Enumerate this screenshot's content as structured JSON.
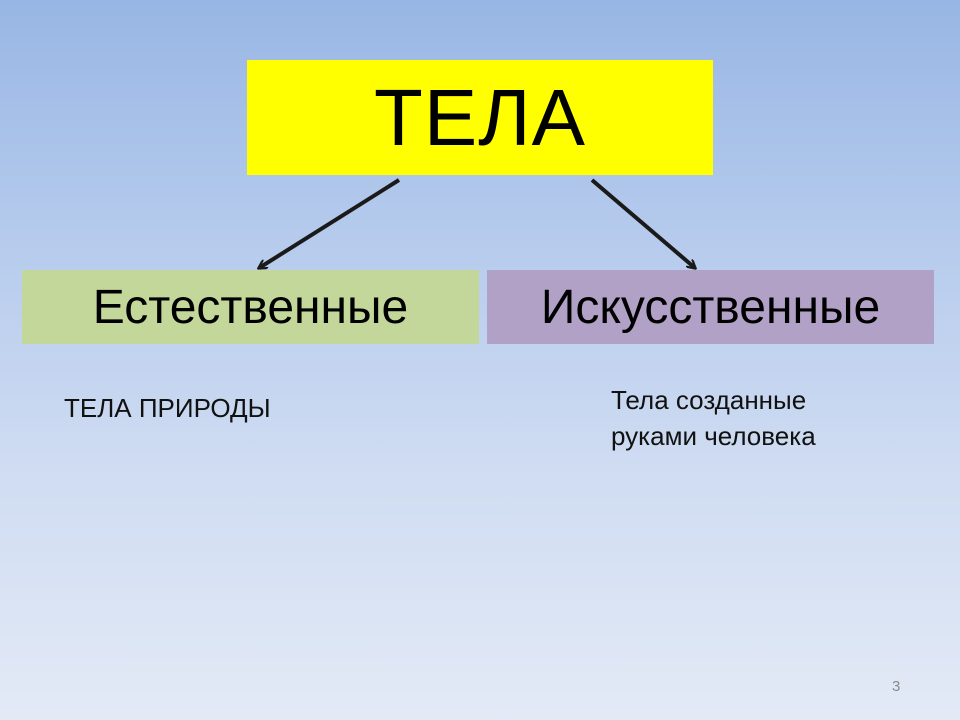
{
  "title": "ТЕЛА",
  "branches": [
    {
      "label": "Естественные",
      "caption_lines": [
        "ТЕЛА ПРИРОДЫ"
      ]
    },
    {
      "label": "Искусственные",
      "caption_lines": [
        "Тела созданные",
        "руками человека"
      ]
    }
  ],
  "slide_number": "3",
  "colors": {
    "title_fill": "#ffff00",
    "natural_fill": "#c4d79b",
    "artificial_fill": "#b2a1c7",
    "arrow": "#1a1a1a"
  }
}
